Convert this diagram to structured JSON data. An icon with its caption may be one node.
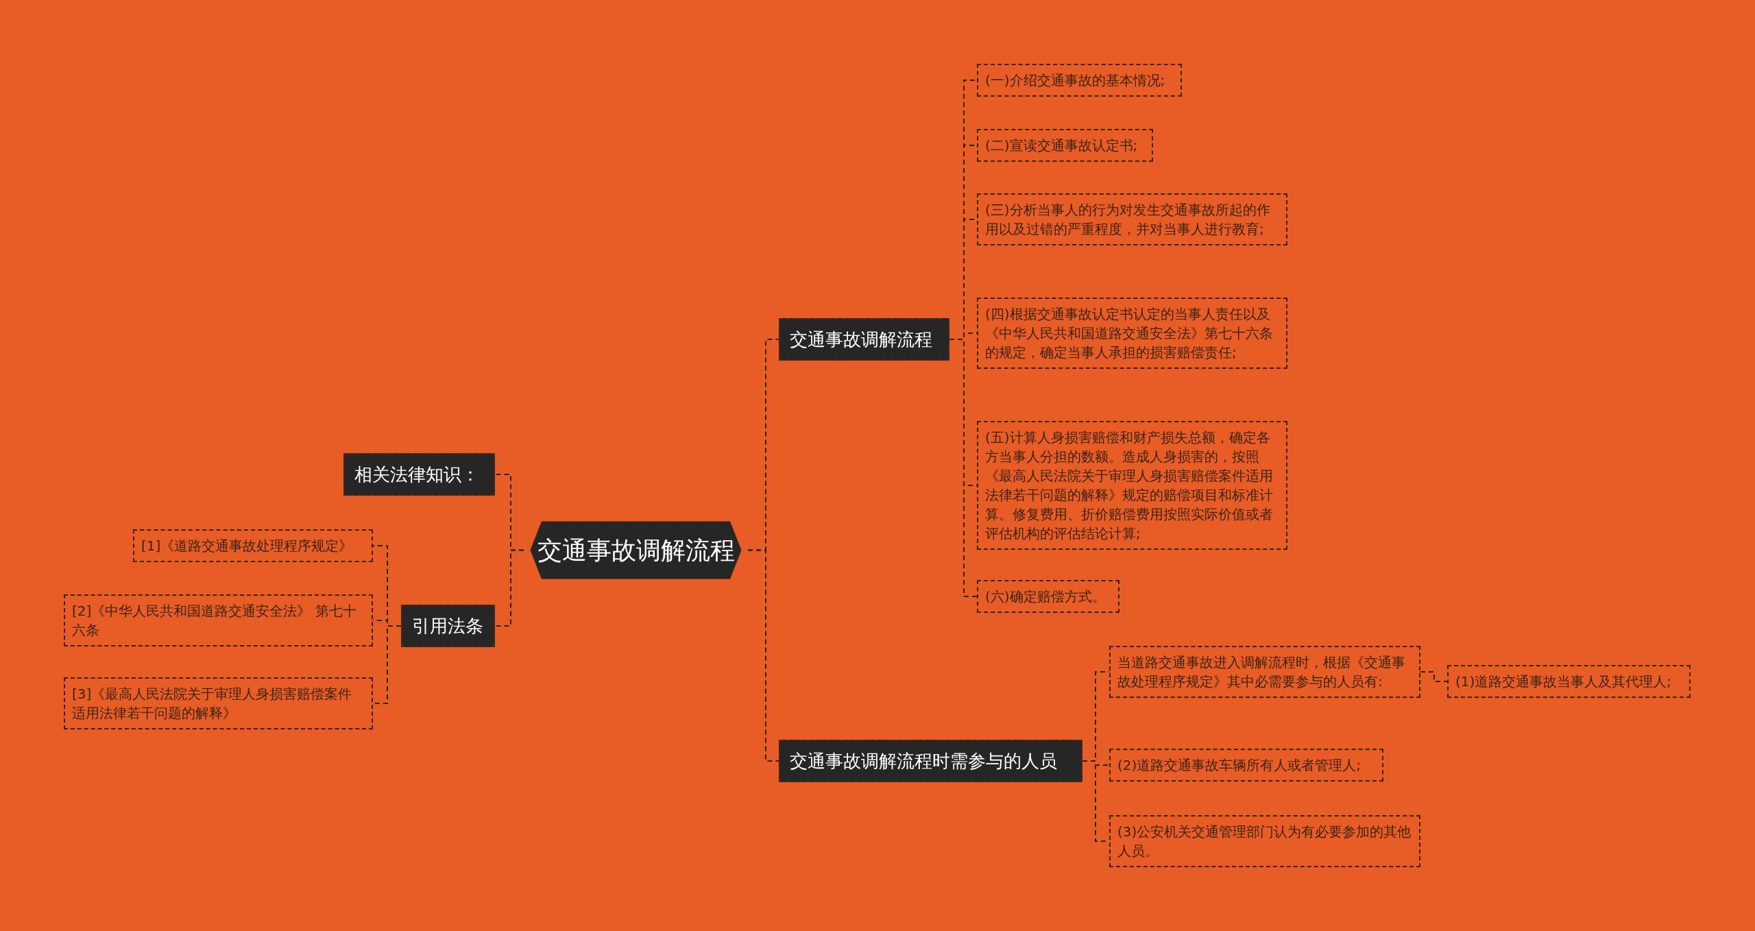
{
  "diagram": {
    "nodes": [
      {
        "text": [
          "交通事故调解流程"
        ]
      },
      {
        "text": [
          "交通事故调解流程"
        ]
      },
      {
        "text": [
          "(一)介绍交通事故的基本情况;"
        ]
      },
      {
        "text": [
          "(二)宣读交通事故认定书;"
        ]
      },
      {
        "text": [
          "(三)分析当事人的行为对发生交通事故所起的作用以及过错的严重程度，并对当事人进行教育;"
        ]
      },
      {
        "text": [
          "(四)根据交通事故认定书认定的当事人责任以及《中华人民共和国道路交通安全法》第七十六条的规定，确定当事人承担的损害赔偿责任;"
        ]
      },
      {
        "text": [
          "(五)计算人身损害赔偿和财产损失总额，确定各方当事人分担的数额。造成人身损害的，按照《最高人民法院关于审理人身损害赔偿案件适用法律若干问题的解释》规定的赔偿项目和标准计算。修复费用、折价赔偿费用按照实际价值或者评估机构的评估结论计算;"
        ]
      },
      {
        "text": [
          "(六)确定赔偿方式。"
        ]
      },
      {
        "text": [
          "交通事故调解流程时需参与的人员"
        ]
      },
      {
        "text": [
          "当道路交通事故进入调解流程时，根据《交通事故处理程序规定》其中必需要参与的人员有:"
        ]
      },
      {
        "text": [
          "(1)道路交通事故当事人及其代理人;"
        ]
      },
      {
        "text": [
          "(2)道路交通事故车辆所有人或者管理人;"
        ]
      },
      {
        "text": [
          "(3)公安机关交通管理部门认为有必要参加的其他人员。"
        ]
      },
      {
        "text": [
          "相关法律知识："
        ]
      },
      {
        "text": [
          "引用法条"
        ]
      },
      {
        "text": [
          "[1]《道路交通事故处理程序规定》"
        ]
      },
      {
        "text": [
          "[2]《中华人民共和国道路交通安全法》 第七十六条"
        ]
      },
      {
        "text": [
          "[3]《最高人民法院关于审理人身损害赔偿案件适用法律若干问题的解释》"
        ]
      }
    ],
    "edges": [
      {
        "from": 0,
        "to": 1,
        "arrow": "none"
      },
      {
        "from": 0,
        "to": 8,
        "arrow": "none"
      },
      {
        "from": 0,
        "to": 13,
        "arrow": "none"
      },
      {
        "from": 0,
        "to": 14,
        "arrow": "none"
      },
      {
        "from": 1,
        "to": 2,
        "arrow": "none"
      },
      {
        "from": 1,
        "to": 3,
        "arrow": "none"
      },
      {
        "from": 1,
        "to": 4,
        "arrow": "none"
      },
      {
        "from": 1,
        "to": 5,
        "arrow": "none"
      },
      {
        "from": 1,
        "to": 6,
        "arrow": "none"
      },
      {
        "from": 1,
        "to": 7,
        "arrow": "none"
      },
      {
        "from": 8,
        "to": 9,
        "arrow": "none"
      },
      {
        "from": 9,
        "to": 10,
        "arrow": "none"
      },
      {
        "from": 8,
        "to": 11,
        "arrow": "none"
      },
      {
        "from": 8,
        "to": 12,
        "arrow": "none"
      },
      {
        "from": 14,
        "to": 15,
        "arrow": "none"
      },
      {
        "from": 14,
        "to": 16,
        "arrow": "none"
      },
      {
        "from": 14,
        "to": 17,
        "arrow": "none"
      }
    ]
  }
}
